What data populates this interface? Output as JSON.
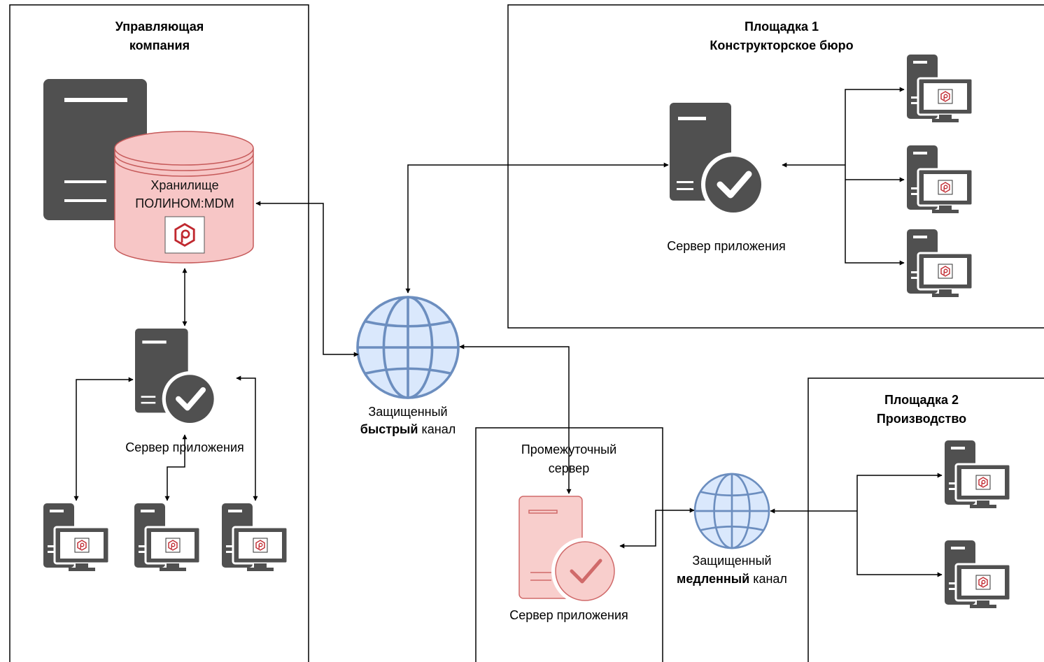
{
  "zones": {
    "hq": {
      "title_line1": "Управляющая",
      "title_line2": "компания"
    },
    "site1": {
      "title_line1": "Площадка 1",
      "title_line2": "Конструкторское бюро"
    },
    "site2": {
      "title_line1": "Площадка 2",
      "title_line2": "Производство"
    },
    "relay": {
      "title_line1": "Промежуточный",
      "title_line2": "сервер"
    }
  },
  "storage": {
    "line1": "Хранилище",
    "line2": "ПОЛИНОМ:MDM"
  },
  "servers": {
    "hq_app": "Сервер приложения",
    "site1_app": "Сервер приложения",
    "relay_app": "Сервер приложения"
  },
  "channels": {
    "fast": {
      "line1": "Защищенный",
      "emphasis": "быстрый",
      "suffix": " канал"
    },
    "slow": {
      "line1": "Защищенный",
      "emphasis": "медленный",
      "suffix": " канал"
    }
  },
  "colors": {
    "server_dark": "#505050",
    "storage_fill": "#f7c6c6",
    "storage_stroke": "#c65a5a",
    "relay_fill": "#f8cecc",
    "relay_stroke": "#d06a6a",
    "globe_fill": "#dae8fc",
    "globe_stroke": "#6c8ebf",
    "logo": "#c0282f"
  }
}
